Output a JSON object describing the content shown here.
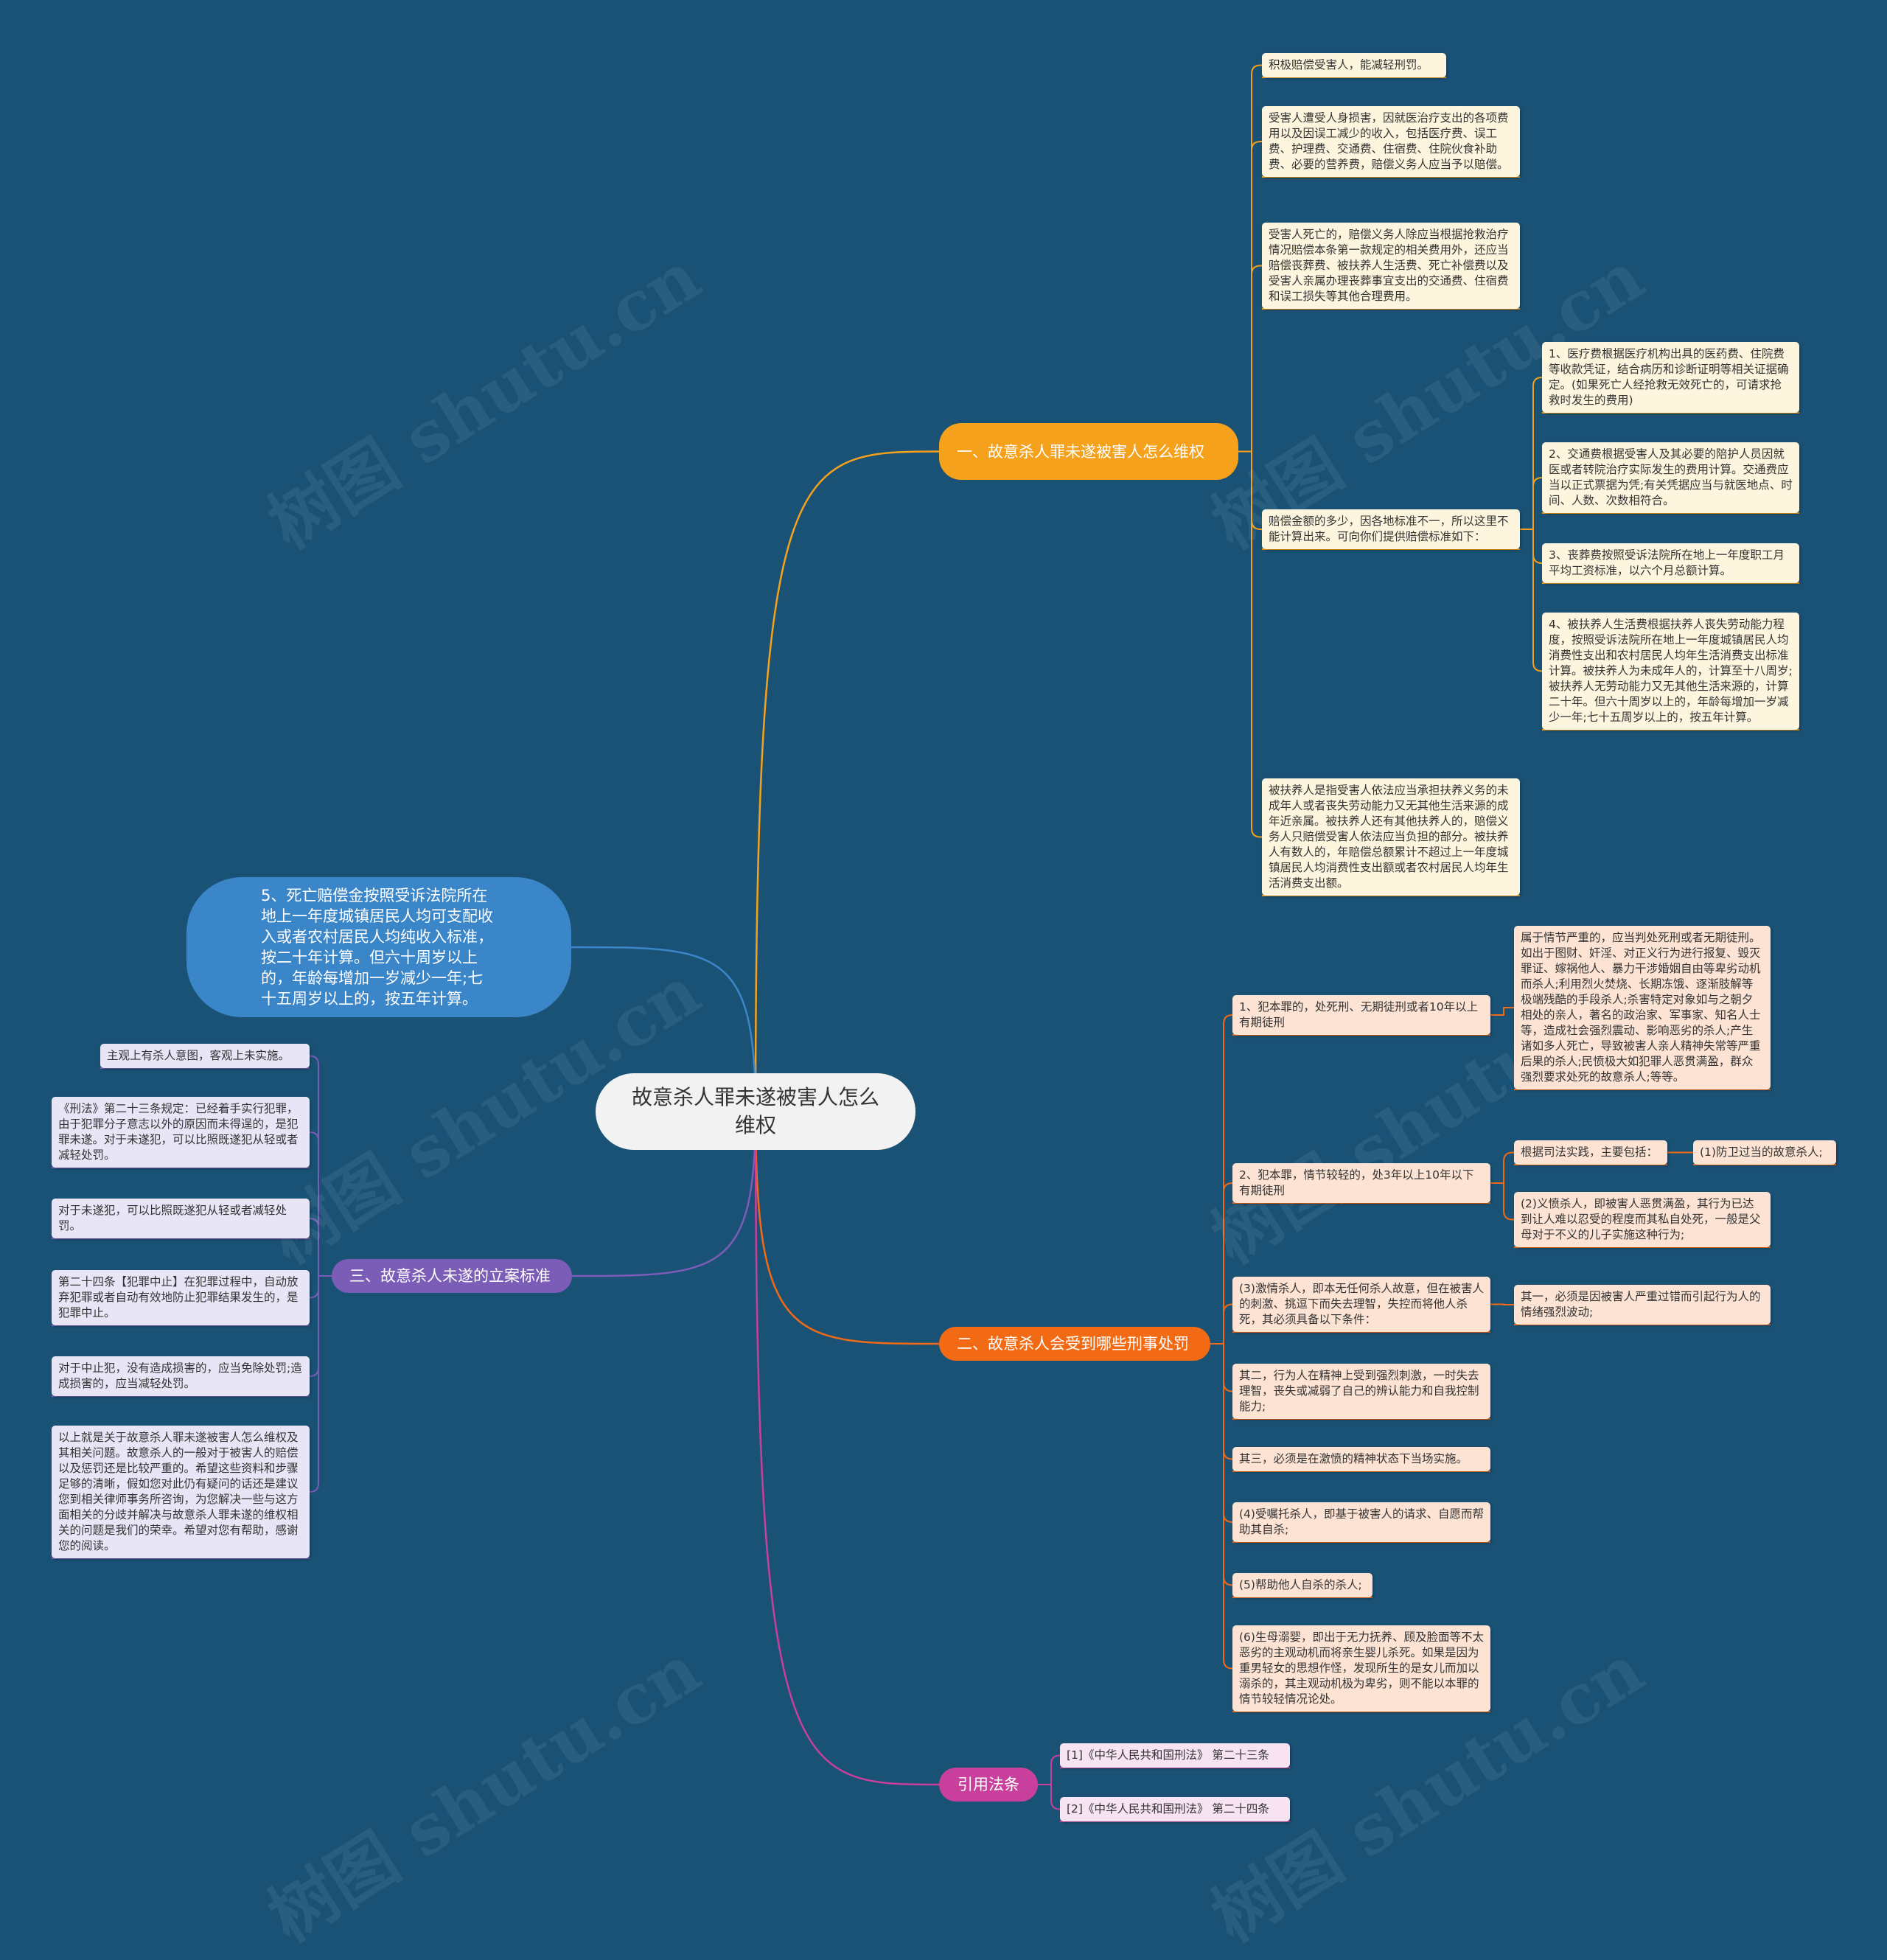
{
  "colors": {
    "background": "#1a5276",
    "branch1": "#f5a11c",
    "branch2": "#f26a14",
    "branch3": "#7b5cb7",
    "branch4": "#c93f9c",
    "bubble": "#3a86c9",
    "root": "#f2f2f2"
  },
  "watermark": "树图 shutu.cn",
  "root": {
    "title": "故意杀人罪未遂被害人怎么维权"
  },
  "branch1": {
    "label": "一、故意杀人罪未遂被害人怎么维权",
    "items": [
      "积极赔偿受害人，能减轻刑罚。",
      "受害人遭受人身损害，因就医治疗支出的各项费用以及因误工减少的收入，包括医疗费、误工费、护理费、交通费、住宿费、住院伙食补助费、必要的营养费，赔偿义务人应当予以赔偿。",
      "受害人死亡的，赔偿义务人除应当根据抢救治疗情况赔偿本条第一款规定的相关费用外，还应当赔偿丧葬费、被扶养人生活费、死亡补偿费以及受害人亲属办理丧葬事宜支出的交通费、住宿费和误工损失等其他合理费用。",
      "赔偿金额的多少，因各地标准不一，所以这里不能计算出来。可向你们提供赔偿标准如下：",
      "被扶养人是指受害人依法应当承担扶养义务的未成年人或者丧失劳动能力又无其他生活来源的成年近亲属。被扶养人还有其他扶养人的，赔偿义务人只赔偿受害人依法应当负担的部分。被扶养人有数人的，年赔偿总额累计不超过上一年度城镇居民人均消费性支出额或者农村居民人均年生活消费支出额。"
    ],
    "standards": [
      "1、医疗费根据医疗机构出具的医药费、住院费等收款凭证，结合病历和诊断证明等相关证据确定。(如果死亡人经抢救无效死亡的，可请求抢救时发生的费用)",
      "2、交通费根据受害人及其必要的陪护人员因就医或者转院治疗实际发生的费用计算。交通费应当以正式票据为凭;有关凭据应当与就医地点、时间、人数、次数相符合。",
      "3、丧葬费按照受诉法院所在地上一年度职工月平均工资标准，以六个月总额计算。",
      "4、被扶养人生活费根据扶养人丧失劳动能力程度，按照受诉法院所在地上一年度城镇居民人均消费性支出和农村居民人均年生活消费支出标准计算。被扶养人为未成年人的，计算至十八周岁;被扶养人无劳动能力又无其他生活来源的，计算二十年。但六十周岁以上的，年龄每增加一岁减少一年;七十五周岁以上的，按五年计算。"
    ]
  },
  "branch2": {
    "label": "二、故意杀人会受到哪些刑事处罚",
    "items": [
      "1、犯本罪的，处死刑、无期徒刑或者10年以上有期徒刑",
      "2、犯本罪，情节较轻的，处3年以上10年以下有期徒刑",
      "(3)激情杀人，即本无任何杀人故意，但在被害人的刺激、挑逗下而失去理智，失控而将他人杀死，其必须具备以下条件：",
      "其二，行为人在精神上受到强烈刺激，一时失去理智，丧失或减弱了自己的辨认能力和自我控制能力;",
      "其三，必须是在激愤的精神状态下当场实施。",
      "(4)受嘱托杀人，即基于被害人的请求、自愿而帮助其自杀;",
      "(5)帮助他人自杀的杀人;",
      "(6)生母溺婴，即出于无力抚养、顾及脸面等不太恶劣的主观动机而将亲生婴儿杀死。如果是因为重男轻女的思想作怪，发现所生的是女儿而加以溺杀的，其主观动机极为卑劣，则不能以本罪的情节较轻情况论处。"
    ],
    "serious": "属于情节严重的，应当判处死刑或者无期徒刑。如出于图财、奸淫、对正义行为进行报复、毁灭罪证、嫁祸他人、暴力干涉婚姻自由等卑劣动机而杀人;利用烈火焚烧、长期冻饿、逐渐肢解等极端残酷的手段杀人;杀害特定对象如与之朝夕相处的亲人，著名的政治家、军事家、知名人士等，造成社会强烈震动、影响恶劣的杀人;产生诸如多人死亡，导致被害人亲人精神失常等严重后果的杀人;民愤极大如犯罪人恶贯满盈，群众强烈要求处死的故意杀人;等等。",
    "practice": "根据司法实践，主要包括：",
    "self_defense": "(1)防卫过当的故意杀人;",
    "righteous": "(2)义愤杀人，即被害人恶贯满盈，其行为已达到让人难以忍受的程度而其私自处死，一般是父母对于不义的儿子实施这种行为;",
    "first": "其一，必须是因被害人严重过错而引起行为人的情绪强烈波动;"
  },
  "branch3": {
    "label": "三、故意杀人未遂的立案标准",
    "items": [
      "主观上有杀人意图，客观上未实施。",
      "《刑法》第二十三条规定：已经着手实行犯罪，由于犯罪分子意志以外的原因而未得逞的，是犯罪未遂。对于未遂犯，可以比照既遂犯从轻或者减轻处罚。",
      "对于未遂犯，可以比照既遂犯从轻或者减轻处罚。",
      "第二十四条【犯罪中止】在犯罪过程中，自动放弃犯罪或者自动有效地防止犯罪结果发生的，是犯罪中止。",
      "对于中止犯，没有造成损害的，应当免除处罚;造成损害的，应当减轻处罚。",
      "以上就是关于故意杀人罪未遂被害人怎么维权及其相关问题。故意杀人的一般对于被害人的赔偿以及惩罚还是比较严重的。希望这些资料和步骤足够的清晰，假如您对此仍有疑问的话还是建议您到相关律师事务所咨询，为您解决一些与这方面相关的分歧并解决与故意杀人罪未遂的维权相关的问题是我们的荣幸。希望对您有帮助，感谢您的阅读。"
    ]
  },
  "bubble": {
    "text": "5、死亡赔偿金按照受诉法院所在地上一年度城镇居民人均可支配收入或者农村居民人均纯收入标准，按二十年计算。但六十周岁以上的，年龄每增加一岁减少一年;七十五周岁以上的，按五年计算。"
  },
  "branch4": {
    "label": "引用法条",
    "items": [
      "[1]《中华人民共和国刑法》 第二十三条",
      "[2]《中华人民共和国刑法》 第二十四条"
    ]
  }
}
